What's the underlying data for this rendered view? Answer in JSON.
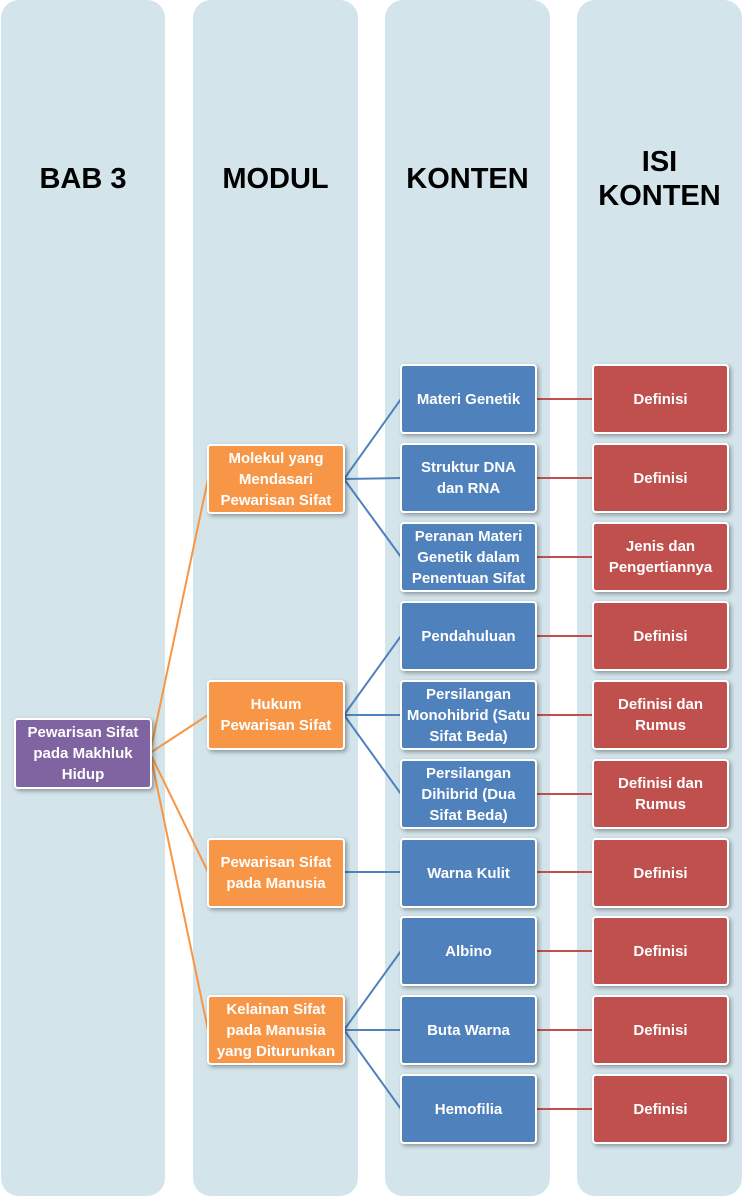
{
  "headers": {
    "bab": "BAB 3",
    "modul": "MODUL",
    "konten": "KONTEN",
    "isi_line1": "ISI",
    "isi_line2": "KONTEN"
  },
  "colors": {
    "column_bg": "#d3e4ea",
    "root": "#8064a2",
    "modul": "#f79646",
    "konten": "#4f81bd",
    "isi": "#c0504d",
    "modul_link": "#f79646",
    "konten_link": "#4f81bd",
    "isi_link": "#c0504d"
  },
  "root": "Pewarisan Sifat pada Makhluk Hidup",
  "moduls": [
    "Molekul yang Mendasari Pewarisan Sifat",
    "Hukum Pewarisan Sifat",
    "Pewarisan Sifat pada Manusia",
    "Kelainan Sifat pada Manusia yang Diturunkan"
  ],
  "konten": [
    "Materi Genetik",
    "Struktur DNA dan RNA",
    "Peranan Materi Genetik dalam Penentuan Sifat",
    "Pendahuluan",
    "Persilangan Monohibrid (Satu Sifat Beda)",
    "Persilangan Dihibrid (Dua Sifat Beda)",
    "Warna Kulit",
    "Albino",
    "Buta Warna",
    "Hemofilia"
  ],
  "isi": [
    "Definisi",
    "Definisi",
    "Jenis dan Pengertiannya",
    "Definisi",
    "Definisi dan Rumus",
    "Definisi dan Rumus",
    "Definisi",
    "Definisi",
    "Definisi",
    "Definisi"
  ]
}
